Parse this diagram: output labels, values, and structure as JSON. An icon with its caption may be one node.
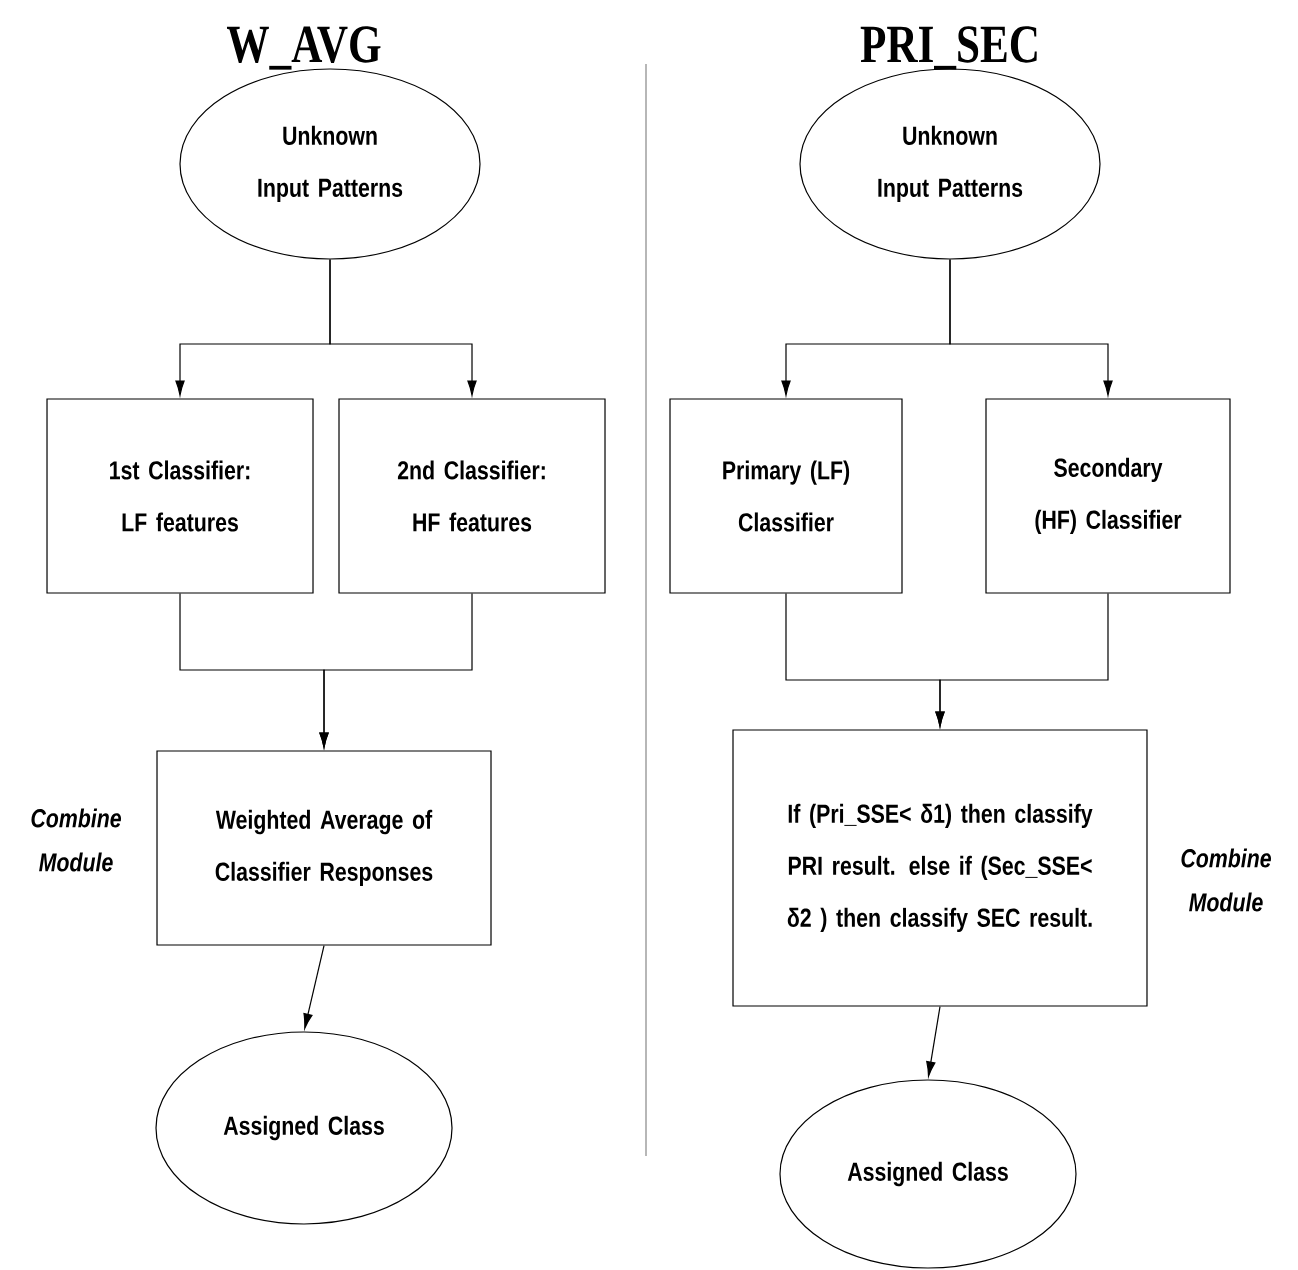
{
  "diagram": {
    "nodes": [
      {
        "text": [
          "Unknown Input Patterns"
        ]
      },
      {
        "text": [
          "1st Classifier: LF features"
        ]
      },
      {
        "text": [
          "2nd Classifier: HF features"
        ]
      },
      {
        "text": [
          "Weighted Average of Classifier Responses"
        ],
        "beside": [
          "Combine Module"
        ]
      },
      {
        "text": [
          "Assigned Class"
        ]
      },
      {
        "text": [
          "Unknown Input Patterns"
        ]
      },
      {
        "text": [
          "Primary (LF) Classifier"
        ]
      },
      {
        "text": [
          "Secondary (HF) Classifier"
        ]
      },
      {
        "text": [
          "If (Pri_SSE< δ1) then classify PRI result. else if (Sec_SSE< δ2 ) then classify SEC result."
        ],
        "beside": [
          "Combine Module"
        ]
      },
      {
        "text": [
          "Assigned Class"
        ]
      }
    ],
    "edges": [
      {
        "from": 0,
        "to": 1,
        "arrow": "to"
      },
      {
        "from": 0,
        "to": 2,
        "arrow": "to"
      },
      {
        "from": 1,
        "to": 3,
        "arrow": "to"
      },
      {
        "from": 2,
        "to": 3,
        "arrow": "to"
      },
      {
        "from": 3,
        "to": 4,
        "arrow": "to"
      },
      {
        "from": 5,
        "to": 6,
        "arrow": "to"
      },
      {
        "from": 5,
        "to": 7,
        "arrow": "to"
      },
      {
        "from": 6,
        "to": 8,
        "arrow": "to"
      },
      {
        "from": 7,
        "to": 8,
        "arrow": "to"
      },
      {
        "from": 8,
        "to": 9,
        "arrow": "to"
      }
    ],
    "labels": [
      "W_AVG",
      "PRI_SEC"
    ]
  }
}
